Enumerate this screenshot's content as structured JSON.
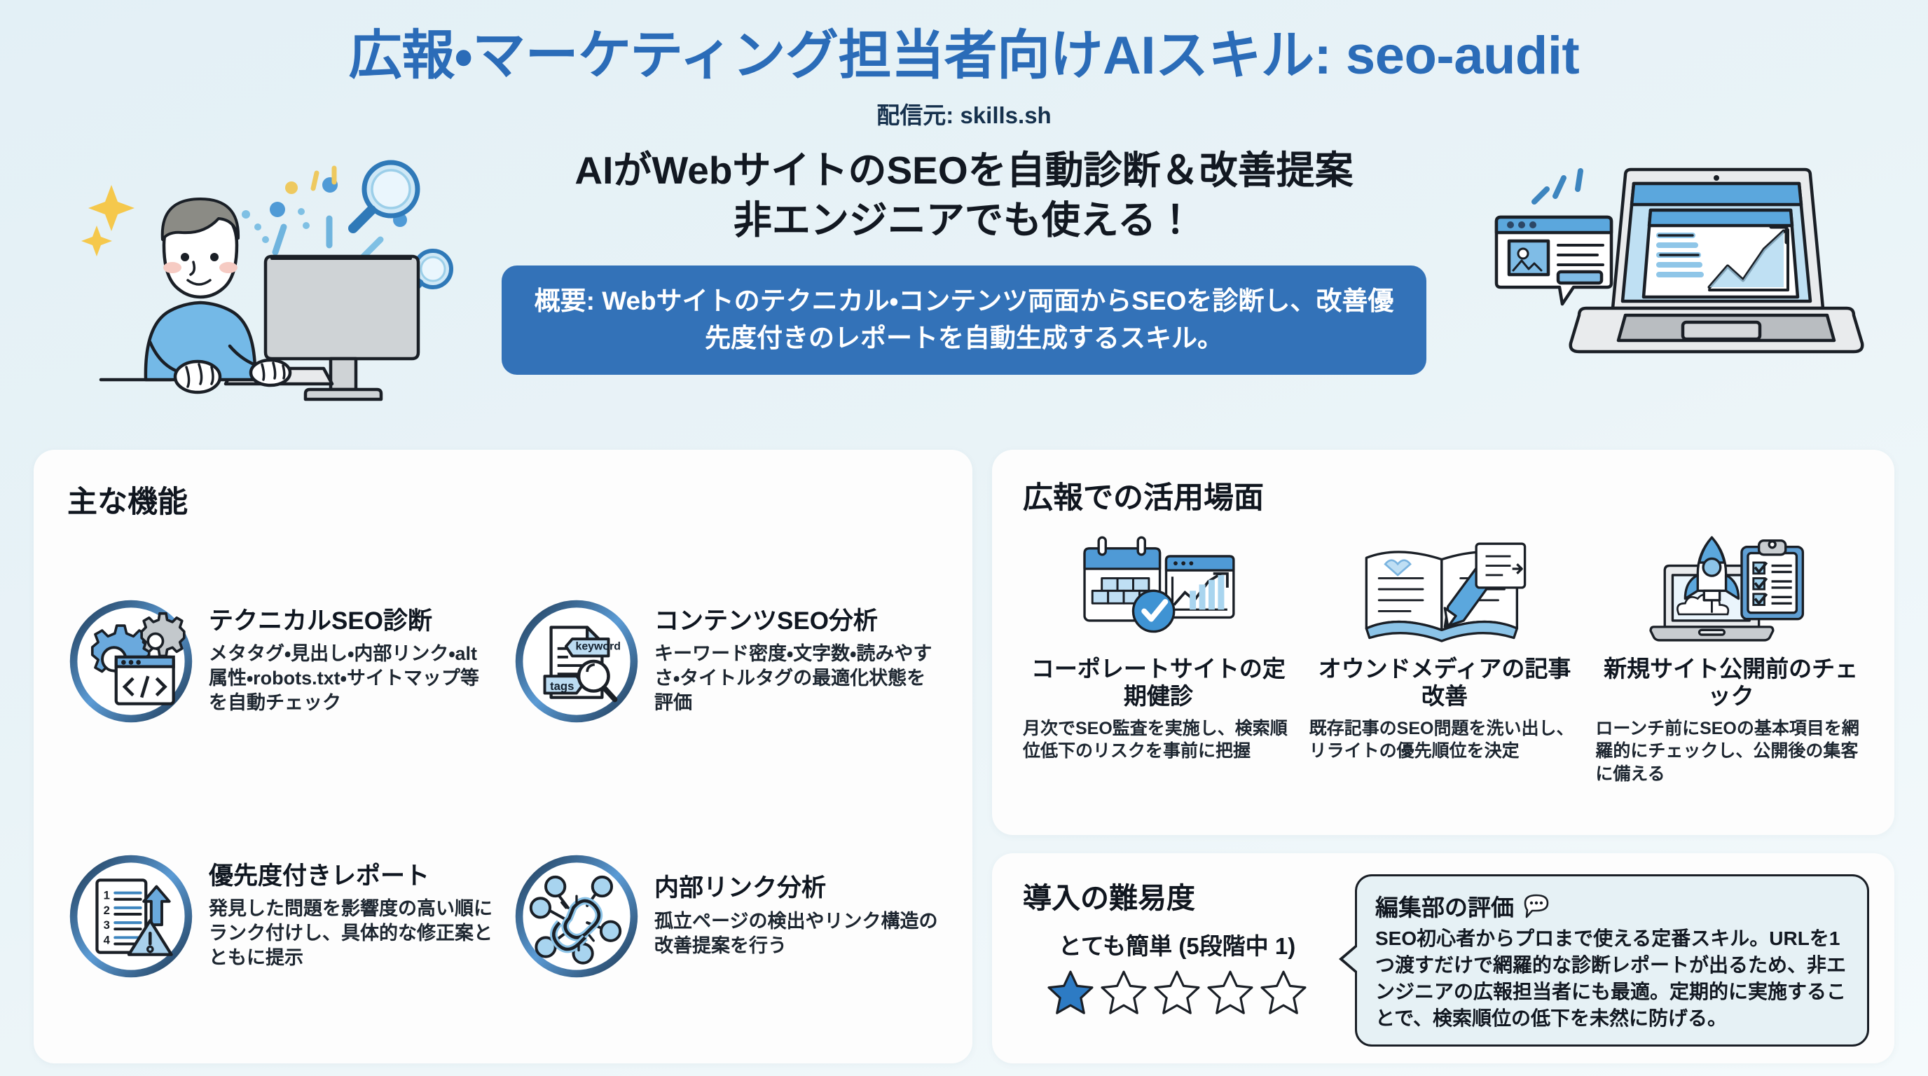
{
  "header": {
    "title": "広報・マーケティング担当者向けAIスキル: seo-audit",
    "source": "配信元: skills.sh"
  },
  "hero": {
    "line1": "AIがWebサイトのSEOを自動診断＆改善提案",
    "line2": "非エンジニアでも使える！",
    "summary": "概要: Webサイトのテクニカル・コンテンツ両面からSEOを診断し、改善優先度付きのレポートを自動生成するスキル。"
  },
  "features": {
    "panel_title": "主な機能",
    "items": [
      {
        "icon": "code-gear-icon",
        "name": "テクニカルSEO診断",
        "desc": "メタタグ・見出し・内部リンク・alt属性・robots.txt・サイトマップ等を自動チェック"
      },
      {
        "icon": "keyword-tags-search-icon",
        "name": "コンテンツSEO分析",
        "desc": "キーワード密度・文字数・読みやすさ・タイトルタグの最適化状態を評価"
      },
      {
        "icon": "ranked-report-alert-icon",
        "name": "優先度付きレポート",
        "desc": "発見した問題を影響度の高い順にランク付けし、具体的な修正案とともに提示"
      },
      {
        "icon": "link-network-icon",
        "name": "内部リンク分析",
        "desc": "孤立ページの検出やリンク構造の改善提案を行う"
      }
    ]
  },
  "usecases": {
    "panel_title": "広報での活用場面",
    "items": [
      {
        "icon": "calendar-check-chart-icon",
        "name": "コーポレートサイトの定期健診",
        "desc": "月次でSEO監査を実施し、検索順位低下のリスクを事前に把握"
      },
      {
        "icon": "notebook-pencil-icon",
        "name": "オウンドメディアの記事改善",
        "desc": "既存記事のSEO問題を洗い出し、リライトの優先順位を決定"
      },
      {
        "icon": "rocket-checklist-icon",
        "name": "新規サイト公開前のチェック",
        "desc": "ローンチ前にSEOの基本項目を網羅的にチェックし、公開後の集客に備える"
      }
    ]
  },
  "difficulty": {
    "title": "導入の難易度",
    "level_label": "とても簡単 (5段階中 1)",
    "stars_filled": 1,
    "stars_total": 5
  },
  "review": {
    "heading": "編集部の評価",
    "icon": "speech-bubble-icon",
    "body": "SEO初心者からプロまで使える定番スキル。URLを1つ渡すだけで網羅的な診断レポートが出るため、非エンジニアの広報担当者にも最適。定期的に実施することで、検索順位の低下を未然に防げる。"
  },
  "colors": {
    "title_blue": "#2b6cb8",
    "banner_blue": "#3372b8",
    "accent_blue": "#5b9bd5",
    "star_filled": "#2d7bc4",
    "page_bg": "#e6f1f6",
    "panel_bg": "#fdfdfd"
  }
}
